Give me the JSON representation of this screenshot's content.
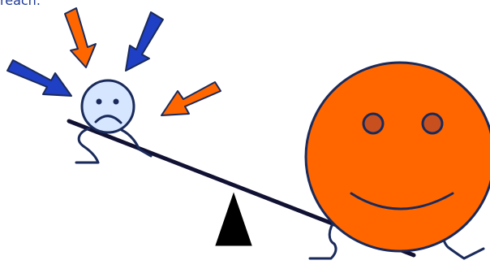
{
  "caption": {
    "text": "reach."
  },
  "colors": {
    "caption_text": "#1f3a93",
    "arrow_orange": "#ff6600",
    "arrow_blue": "#1f3fc4",
    "outline": "#1a2a5a",
    "small_face_fill": "#d6e6ff",
    "big_face_fill": "#ff6600",
    "big_face_eyes": "#c8501e",
    "plank": "#111133",
    "fulcrum": "#000000"
  },
  "figures": {
    "small_face": {
      "expression": "sad"
    },
    "big_face": {
      "expression": "smiling"
    },
    "seesaw": {
      "tilt": "down-right"
    }
  },
  "icons": [
    "arrow-icon",
    "sad-face-icon",
    "smiley-face-icon",
    "seesaw-icon",
    "fulcrum-icon"
  ]
}
